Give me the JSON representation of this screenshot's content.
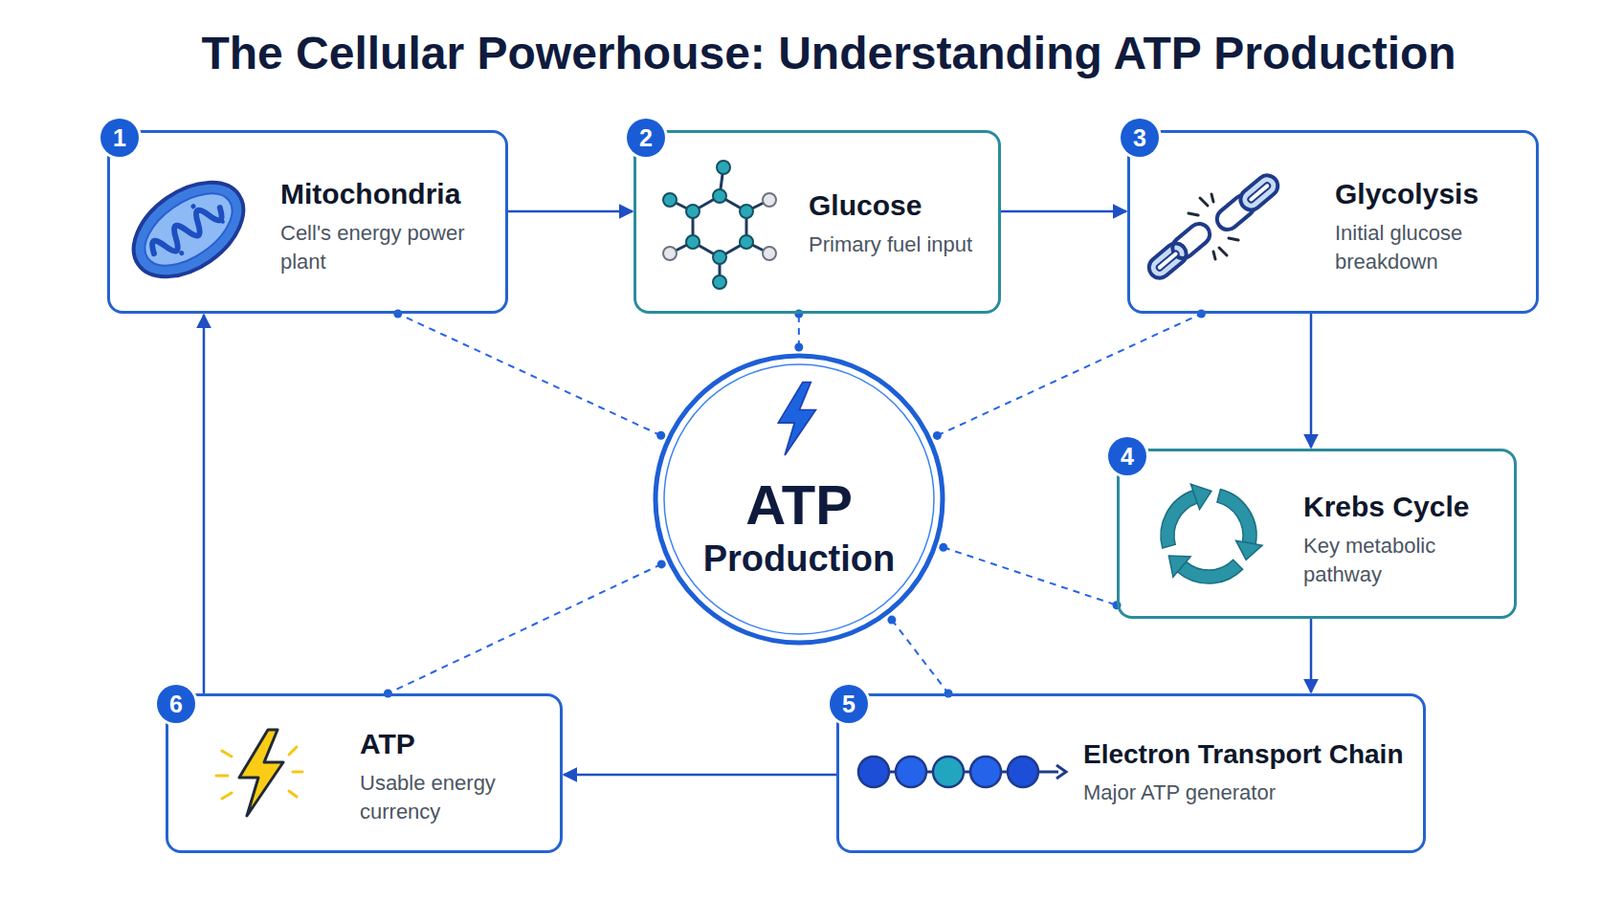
{
  "diagram": {
    "title": "The Cellular Powerhouse: Understanding ATP Production",
    "nodes": [
      {
        "text": [
          "Mitochondria",
          "Cell's energy power plant"
        ]
      },
      {
        "text": [
          "Glucose",
          "Primary fuel input"
        ]
      },
      {
        "text": [
          "Glycolysis",
          "Initial glucose breakdown"
        ]
      },
      {
        "text": [
          "ATP",
          "Production"
        ]
      },
      {
        "text": [
          "Krebs Cycle",
          "Key metabolic pathway"
        ]
      },
      {
        "text": [
          "ATP",
          "Usable energy currency"
        ]
      },
      {
        "text": [
          "Electron Transport Chain",
          "Major ATP generator"
        ]
      }
    ],
    "edges": [
      {
        "from": 0,
        "to": 1,
        "arrow": "to"
      },
      {
        "from": 1,
        "to": 2,
        "arrow": "to"
      },
      {
        "from": 2,
        "to": 4,
        "arrow": "to"
      },
      {
        "from": 4,
        "to": 6,
        "arrow": "to"
      },
      {
        "from": 6,
        "to": 5,
        "arrow": "to"
      },
      {
        "from": 5,
        "to": 0,
        "arrow": "to"
      },
      {
        "from": 3,
        "to": 0,
        "arrow": "none"
      },
      {
        "from": 3,
        "to": 1,
        "arrow": "none"
      },
      {
        "from": 3,
        "to": 2,
        "arrow": "none"
      },
      {
        "from": 3,
        "to": 4,
        "arrow": "none"
      },
      {
        "from": 3,
        "to": 6,
        "arrow": "none"
      },
      {
        "from": 3,
        "to": 5,
        "arrow": "none"
      }
    ],
    "labels": [
      "1",
      "2",
      "3",
      "4",
      "5",
      "6"
    ]
  }
}
